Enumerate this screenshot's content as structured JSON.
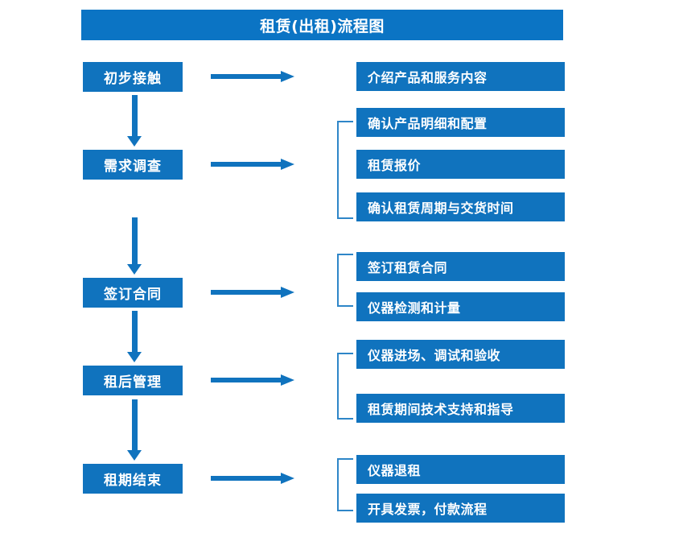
{
  "diagram": {
    "title": "租赁(出租)流程图",
    "colors": {
      "title_bar": "#0b74c4",
      "box": "#1073be",
      "bracket": "#2e86c8",
      "text": "#ffffff",
      "background": "#ffffff"
    },
    "stages": [
      {
        "label": "初步接触"
      },
      {
        "label": "需求调查"
      },
      {
        "label": "签订合同"
      },
      {
        "label": "租后管理"
      },
      {
        "label": "租期结束"
      }
    ],
    "details": [
      {
        "label": "介绍产品和服务内容"
      },
      {
        "label": "确认产品明细和配置"
      },
      {
        "label": "租赁报价"
      },
      {
        "label": "确认租赁周期与交货时间"
      },
      {
        "label": "签订租赁合同"
      },
      {
        "label": "仪器检测和计量"
      },
      {
        "label": "仪器进场、调试和验收"
      },
      {
        "label": "租赁期间技术支持和指导"
      },
      {
        "label": "仪器退租"
      },
      {
        "label": "开具发票，付款流程"
      }
    ],
    "connectors": {
      "horizontal_arrow_count": 5,
      "vertical_arrow_count": 4,
      "bracket_count": 4
    }
  }
}
